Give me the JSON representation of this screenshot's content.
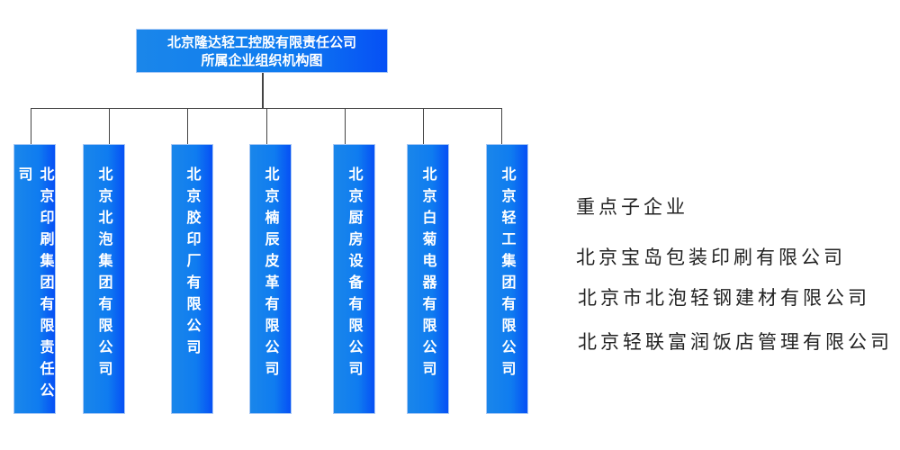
{
  "root": {
    "line1": "北京隆达轻工控股有限责任公司",
    "line2": "所属企业组织机构图"
  },
  "subsidiaries": [
    "北京印刷集团有限责任公司",
    "北京北泡集团有限公司",
    "北京胶印厂有限公司",
    "北京楠辰皮革有限公司",
    "北京厨房设备有限公司",
    "北京白菊电器有限公司",
    "北京轻工集团有限公司"
  ],
  "key_enterprises": {
    "title": "重点子企业",
    "items": [
      "北京宝岛包装印刷有限公司",
      "北京市北泡轻钢建材有限公司",
      "北京轻联富润饭店管理有限公司"
    ]
  },
  "colors": {
    "box": "#0f7cf0",
    "box_end": "#0650f5",
    "line": "#444444"
  }
}
